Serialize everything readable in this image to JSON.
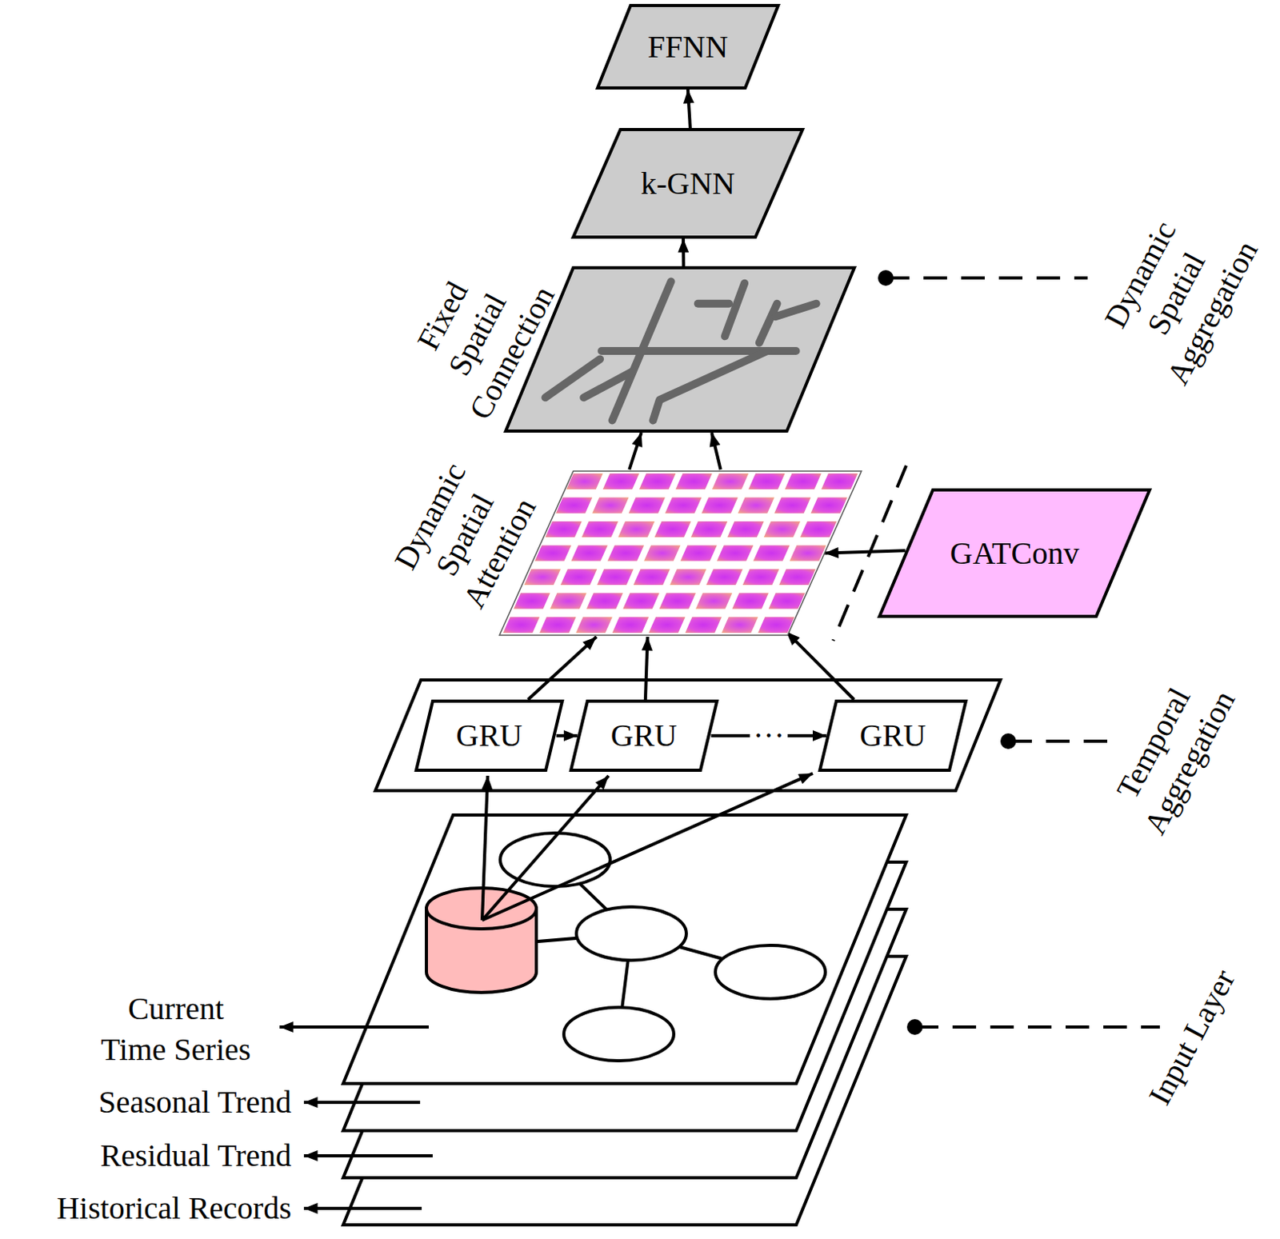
{
  "diagram": {
    "nodes": [
      {
        "text": [
          "FFNN"
        ]
      },
      {
        "text": [
          "k-GNN"
        ]
      },
      {
        "text": [
          "Fixed Spatial Connection"
        ]
      },
      {
        "text": [
          "Dynamic Spatial Attention"
        ]
      },
      {
        "text": [
          "GATConv"
        ]
      },
      {
        "text": [
          "GRU"
        ]
      },
      {
        "text": [
          "GRU"
        ]
      },
      {
        "text": [
          "GRU"
        ]
      }
    ],
    "edges": [
      {
        "from": 5,
        "to": 6,
        "arrow": "to"
      },
      {
        "from": 6,
        "to": 7,
        "label": "···",
        "arrow": "to"
      },
      {
        "from": 5,
        "to": 3,
        "arrow": "to"
      },
      {
        "from": 6,
        "to": 3,
        "arrow": "to"
      },
      {
        "from": 7,
        "to": 3,
        "arrow": "to"
      },
      {
        "from": 4,
        "to": 3,
        "arrow": "to"
      },
      {
        "from": 3,
        "to": 2,
        "arrow": "to"
      },
      {
        "from": 3,
        "to": 2,
        "arrow": "to"
      },
      {
        "from": 2,
        "to": 1,
        "arrow": "to"
      },
      {
        "from": 1,
        "to": 0,
        "arrow": "to"
      }
    ],
    "labels": [
      "Dynamic Spatial Aggregation",
      "Temporal Aggregation",
      "Input Layer",
      "Current Time Series",
      "Seasonal Trend",
      "Residual Trend",
      "Historical Records"
    ]
  }
}
